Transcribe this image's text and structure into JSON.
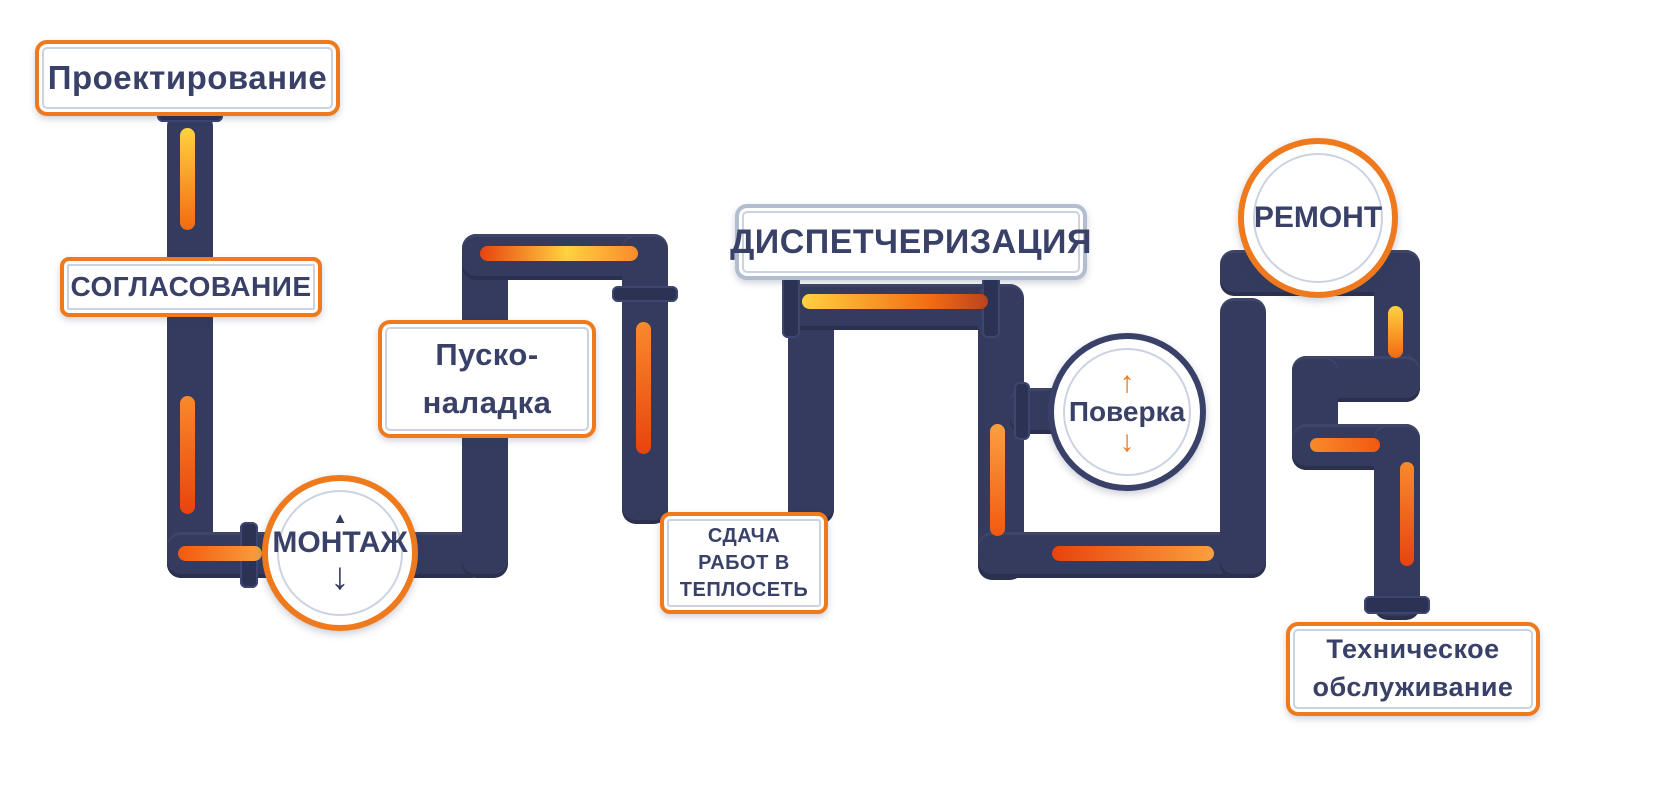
{
  "diagram_title": "Heat-metering service pipeline process",
  "colors": {
    "pipe_navy": "#343b5e",
    "accent_orange": "#ef7a1d",
    "accent_yellow": "#ffd23f",
    "accent_red_orange": "#e8430e",
    "text_navy": "#3a4168",
    "silver_border": "#b3bdd0"
  },
  "nodes": {
    "proektirovanie": {
      "label": "Проектирование"
    },
    "soglasovanie": {
      "label": "СОГЛАСОВАНИЕ"
    },
    "montazh": {
      "label": "МОНТАЖ",
      "arrow_up": "▲",
      "arrow_down": "↓"
    },
    "pusko_naladka": {
      "line1": "Пуско-",
      "line2": "наладка"
    },
    "sdacha": {
      "line1": "СДАЧА",
      "line2": "РАБОТ В",
      "line3": "ТЕПЛОСЕТЬ"
    },
    "dispetcherizaciya": {
      "label": "ДИСПЕТЧЕРИЗАЦИЯ"
    },
    "poverka": {
      "label": "Поверка",
      "arrow_up": "↑",
      "arrow_down": "↓"
    },
    "remont": {
      "label": "РЕМОНТ"
    },
    "tehobsluzhivanie": {
      "line1": "Техническое",
      "line2": "обслуживание"
    }
  }
}
